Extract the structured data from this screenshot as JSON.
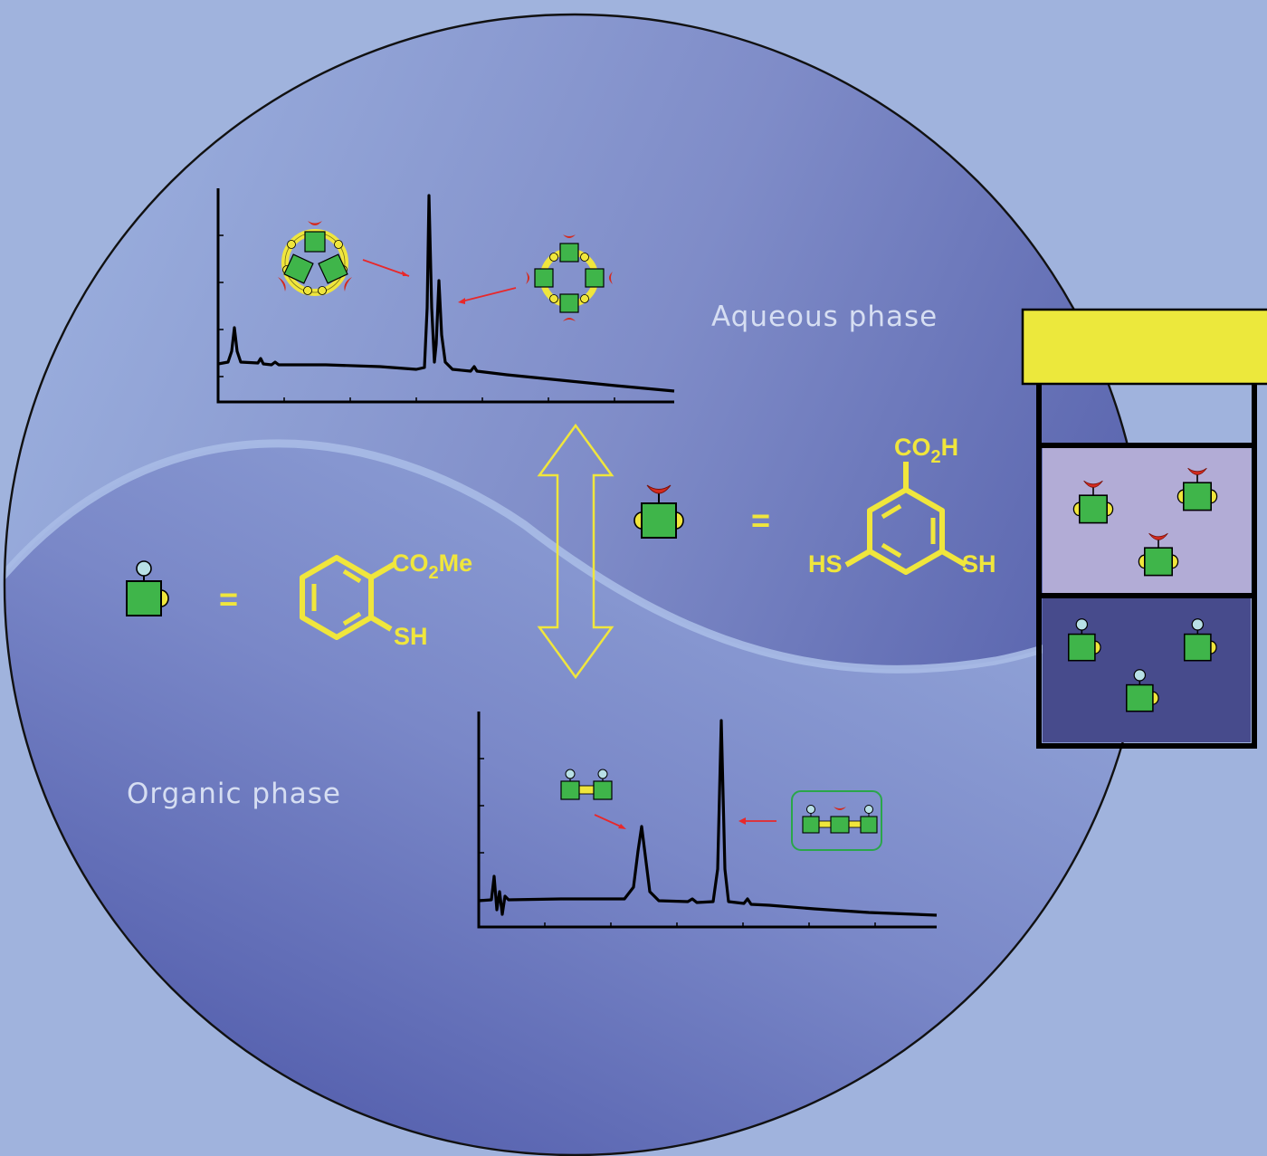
{
  "labels": {
    "aqueous_phase": "Aqueous phase",
    "organic_phase": "Organic phase",
    "equals_symbol": "="
  },
  "chemistry": {
    "organic_building_block": {
      "group_top": "CO",
      "group_top_sub": "2",
      "group_top_suffix": "Me",
      "group_bottom": "SH"
    },
    "aqueous_building_block": {
      "group_top": "CO",
      "group_top_sub": "2",
      "group_top_suffix": "H",
      "group_left": "HS",
      "group_right": "SH"
    }
  },
  "colors": {
    "background": "#a0b3dd",
    "circle_dark": "#4a56a4",
    "circle_light": "#8898cc",
    "block_green": "#3fb54a",
    "connector_yellow": "#f0e63c",
    "receptor_red": "#d42a1e",
    "head_lightblue": "#b8e0e6",
    "arrow_red": "#e8282a",
    "trace_black": "#000000",
    "panel_lavender": "#b2acd6",
    "panel_dark": "#474b8c",
    "panel_cap": "#ece83c"
  },
  "icons": [
    "green-block-icon",
    "double-headed-arrow-icon",
    "benzene-ring-icon",
    "separating-funnel-icon"
  ]
}
